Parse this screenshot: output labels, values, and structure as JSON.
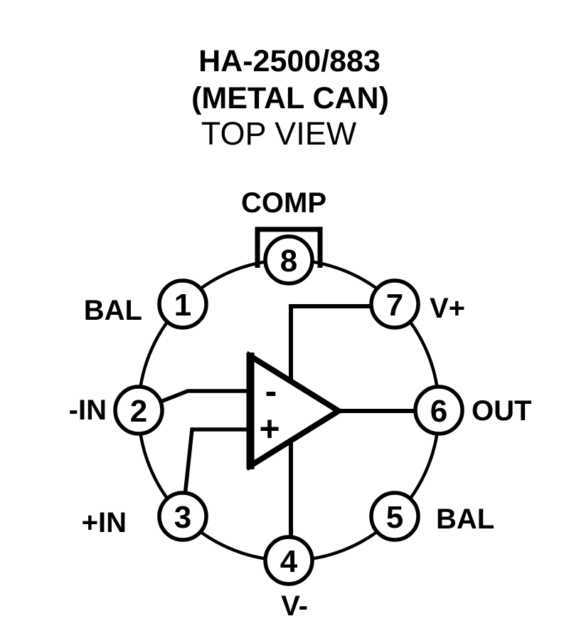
{
  "title": {
    "part": "HA-2500/883",
    "package": "(METAL CAN)",
    "view": "TOP VIEW"
  },
  "colors": {
    "line": "#000000",
    "text": "#000000",
    "background": "#ffffff"
  },
  "pinout": {
    "pins": [
      {
        "number": "1",
        "name": "BAL"
      },
      {
        "number": "2",
        "name": "-IN"
      },
      {
        "number": "3",
        "name": "+IN"
      },
      {
        "number": "4",
        "name": "V-"
      },
      {
        "number": "5",
        "name": "BAL"
      },
      {
        "number": "6",
        "name": "OUT"
      },
      {
        "number": "7",
        "name": "V+"
      },
      {
        "number": "8",
        "name": "COMP"
      }
    ],
    "opamp": {
      "inverting_label": "-",
      "noninverting_label": "+"
    }
  }
}
